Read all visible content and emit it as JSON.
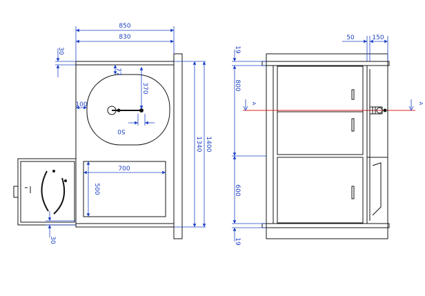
{
  "colors": {
    "dimension": "#1a3fc4",
    "outline": "#111111",
    "section_line": "#e02020",
    "background": "#ffffff"
  },
  "plan_view": {
    "dim_850": "850",
    "dim_830": "830",
    "dim_30_top": "30",
    "dim_77": "77",
    "dim_370": "370",
    "dim_100": "100",
    "dim_50": "50",
    "dim_700": "700",
    "dim_500": "500",
    "dim_1340": "1340",
    "dim_1400": "1400",
    "dim_30_bottom": "30"
  },
  "elevation_view": {
    "dim_50": "50",
    "dim_150": "150",
    "dim_19_top": "19",
    "dim_800": "800",
    "dim_600": "600",
    "dim_19_bottom": "19",
    "section_mark_left": "A",
    "section_mark_right": "A"
  }
}
